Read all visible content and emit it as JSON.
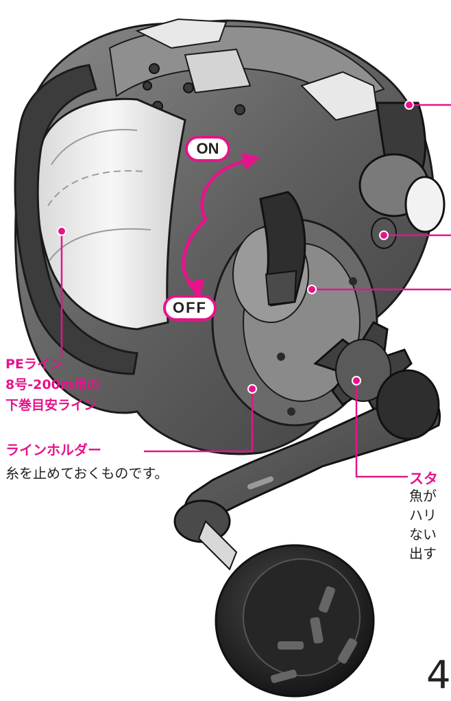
{
  "switch_labels": {
    "on": "ON",
    "off": "OFF"
  },
  "callouts": {
    "pe_line": [
      "PEライン",
      "8号-200m用の",
      "下巻目安ライン"
    ],
    "line_holder": {
      "title": "ラインホルダー",
      "desc": "糸を止めておくものです。"
    },
    "star_drag": {
      "title": "スタ",
      "desc": [
        "魚が",
        "ハリ",
        "ない",
        "出す"
      ]
    }
  },
  "page_number": "4",
  "colors": {
    "accent": "#e5148a",
    "body_dark": "#585858",
    "body_light": "#c9c9c9",
    "spool_line": "#f2f2f2",
    "outline": "#1a1a1a"
  }
}
